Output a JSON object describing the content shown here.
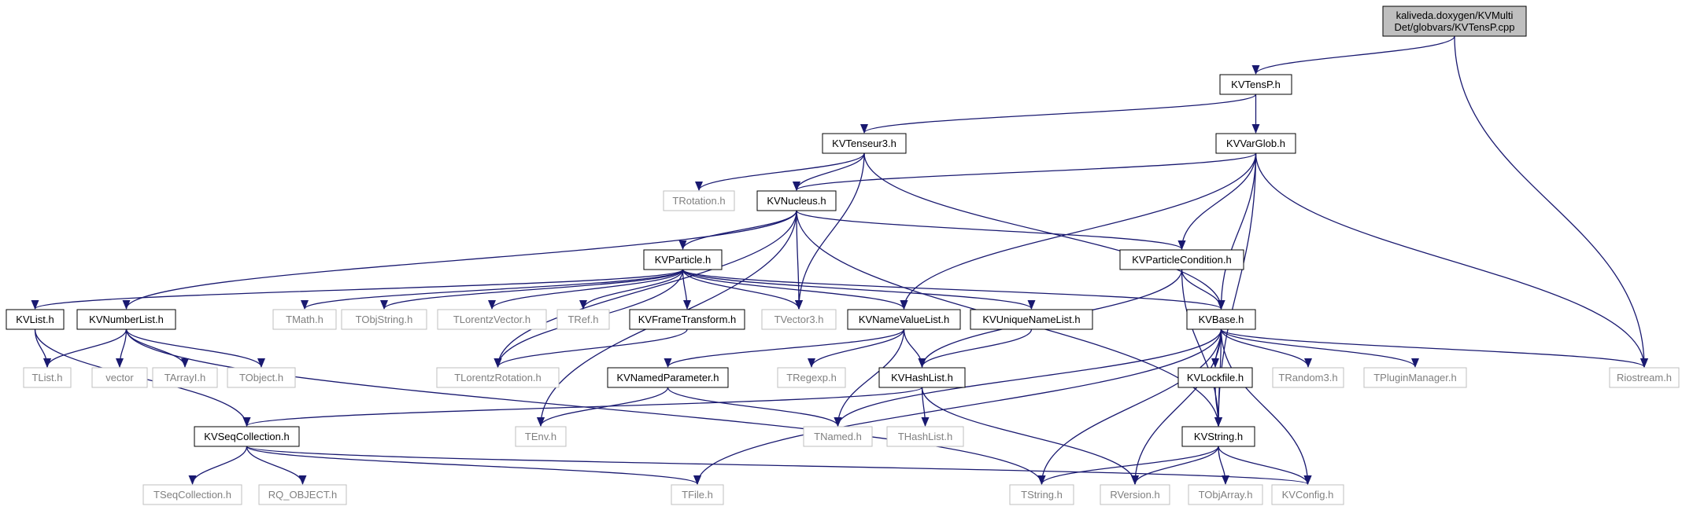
{
  "colors": {
    "edge": "#191970",
    "grey_border": "#bfbfbf",
    "black_border": "#000000",
    "root_fill": "#bfbfbf",
    "node_fill": "#ffffff",
    "grey_text": "#808080",
    "text": "#000000"
  },
  "nodes": [
    {
      "id": "root",
      "lines": [
        "kaliveda.doxygen/KVMulti",
        "Det/globvars/KVTensP.cpp"
      ],
      "style": "root"
    },
    {
      "id": "KVTensP",
      "lines": [
        "KVTensP.h"
      ],
      "style": "solid"
    },
    {
      "id": "KVTenseur3",
      "lines": [
        "KVTenseur3.h"
      ],
      "style": "solid"
    },
    {
      "id": "KVVarGlob",
      "lines": [
        "KVVarGlob.h"
      ],
      "style": "solid"
    },
    {
      "id": "TRotation",
      "lines": [
        "TRotation.h"
      ],
      "style": "grey"
    },
    {
      "id": "KVNucleus",
      "lines": [
        "KVNucleus.h"
      ],
      "style": "solid"
    },
    {
      "id": "KVParticle",
      "lines": [
        "KVParticle.h"
      ],
      "style": "solid"
    },
    {
      "id": "KVParticleCondition",
      "lines": [
        "KVParticleCondition.h"
      ],
      "style": "solid"
    },
    {
      "id": "KVList",
      "lines": [
        "KVList.h"
      ],
      "style": "solid"
    },
    {
      "id": "KVNumberList",
      "lines": [
        "KVNumberList.h"
      ],
      "style": "solid"
    },
    {
      "id": "TMath",
      "lines": [
        "TMath.h"
      ],
      "style": "grey"
    },
    {
      "id": "TObjString",
      "lines": [
        "TObjString.h"
      ],
      "style": "grey"
    },
    {
      "id": "TLorentzVector",
      "lines": [
        "TLorentzVector.h"
      ],
      "style": "grey"
    },
    {
      "id": "TRef",
      "lines": [
        "TRef.h"
      ],
      "style": "grey"
    },
    {
      "id": "KVFrameTransform",
      "lines": [
        "KVFrameTransform.h"
      ],
      "style": "solid"
    },
    {
      "id": "TVector3",
      "lines": [
        "TVector3.h"
      ],
      "style": "grey"
    },
    {
      "id": "KVNameValueList",
      "lines": [
        "KVNameValueList.h"
      ],
      "style": "solid"
    },
    {
      "id": "KVUniqueNameList",
      "lines": [
        "KVUniqueNameList.h"
      ],
      "style": "solid"
    },
    {
      "id": "KVBase",
      "lines": [
        "KVBase.h"
      ],
      "style": "solid"
    },
    {
      "id": "TList",
      "lines": [
        "TList.h"
      ],
      "style": "grey"
    },
    {
      "id": "vector",
      "lines": [
        "vector"
      ],
      "style": "grey"
    },
    {
      "id": "TArrayI",
      "lines": [
        "TArrayI.h"
      ],
      "style": "grey"
    },
    {
      "id": "TObject",
      "lines": [
        "TObject.h"
      ],
      "style": "grey"
    },
    {
      "id": "TLorentzRotation",
      "lines": [
        "TLorentzRotation.h"
      ],
      "style": "grey"
    },
    {
      "id": "KVNamedParameter",
      "lines": [
        "KVNamedParameter.h"
      ],
      "style": "solid"
    },
    {
      "id": "TRegexp",
      "lines": [
        "TRegexp.h"
      ],
      "style": "grey"
    },
    {
      "id": "KVHashList",
      "lines": [
        "KVHashList.h"
      ],
      "style": "solid"
    },
    {
      "id": "KVLockfile",
      "lines": [
        "KVLockfile.h"
      ],
      "style": "solid"
    },
    {
      "id": "TRandom3",
      "lines": [
        "TRandom3.h"
      ],
      "style": "grey"
    },
    {
      "id": "TPluginManager",
      "lines": [
        "TPluginManager.h"
      ],
      "style": "grey"
    },
    {
      "id": "Riostream",
      "lines": [
        "Riostream.h"
      ],
      "style": "grey"
    },
    {
      "id": "KVSeqCollection",
      "lines": [
        "KVSeqCollection.h"
      ],
      "style": "solid"
    },
    {
      "id": "TEnv",
      "lines": [
        "TEnv.h"
      ],
      "style": "grey"
    },
    {
      "id": "TNamed",
      "lines": [
        "TNamed.h"
      ],
      "style": "grey"
    },
    {
      "id": "THashList",
      "lines": [
        "THashList.h"
      ],
      "style": "grey"
    },
    {
      "id": "KVString",
      "lines": [
        "KVString.h"
      ],
      "style": "solid"
    },
    {
      "id": "TSeqCollection",
      "lines": [
        "TSeqCollection.h"
      ],
      "style": "grey"
    },
    {
      "id": "RQ_OBJECT",
      "lines": [
        "RQ_OBJECT.h"
      ],
      "style": "grey"
    },
    {
      "id": "TFile",
      "lines": [
        "TFile.h"
      ],
      "style": "grey"
    },
    {
      "id": "TString",
      "lines": [
        "TString.h"
      ],
      "style": "grey"
    },
    {
      "id": "RVersion",
      "lines": [
        "RVersion.h"
      ],
      "style": "grey"
    },
    {
      "id": "TObjArray",
      "lines": [
        "TObjArray.h"
      ],
      "style": "grey"
    },
    {
      "id": "KVConfig",
      "lines": [
        "KVConfig.h"
      ],
      "style": "grey"
    }
  ],
  "edges": [
    [
      "root",
      "KVTensP"
    ],
    [
      "root",
      "Riostream"
    ],
    [
      "KVTensP",
      "KVTenseur3"
    ],
    [
      "KVTensP",
      "KVVarGlob"
    ],
    [
      "KVTenseur3",
      "TRotation"
    ],
    [
      "KVTenseur3",
      "KVNucleus"
    ],
    [
      "KVTenseur3",
      "TVector3"
    ],
    [
      "KVTenseur3",
      "KVBase"
    ],
    [
      "KVVarGlob",
      "KVNucleus"
    ],
    [
      "KVVarGlob",
      "KVNameValueList"
    ],
    [
      "KVVarGlob",
      "KVParticleCondition"
    ],
    [
      "KVVarGlob",
      "KVBase"
    ],
    [
      "KVVarGlob",
      "Riostream"
    ],
    [
      "KVVarGlob",
      "KVString"
    ],
    [
      "KVNucleus",
      "KVNumberList"
    ],
    [
      "KVNucleus",
      "KVParticle"
    ],
    [
      "KVNucleus",
      "TVector3"
    ],
    [
      "KVNucleus",
      "KVParticleCondition"
    ],
    [
      "KVNucleus",
      "TLorentzRotation"
    ],
    [
      "KVNucleus",
      "TEnv"
    ],
    [
      "KVNucleus",
      "KVString"
    ],
    [
      "KVParticle",
      "KVList"
    ],
    [
      "KVParticle",
      "TMath"
    ],
    [
      "KVParticle",
      "TObjString"
    ],
    [
      "KVParticle",
      "TLorentzVector"
    ],
    [
      "KVParticle",
      "TRef"
    ],
    [
      "KVParticle",
      "KVFrameTransform"
    ],
    [
      "KVParticle",
      "TVector3"
    ],
    [
      "KVParticle",
      "KVNameValueList"
    ],
    [
      "KVParticle",
      "KVUniqueNameList"
    ],
    [
      "KVParticle",
      "KVBase"
    ],
    [
      "KVParticle",
      "TLorentzRotation"
    ],
    [
      "KVParticleCondition",
      "KVBase"
    ],
    [
      "KVParticleCondition",
      "KVHashList"
    ],
    [
      "KVParticleCondition",
      "KVString"
    ],
    [
      "KVList",
      "TList"
    ],
    [
      "KVList",
      "KVSeqCollection"
    ],
    [
      "KVNumberList",
      "TList"
    ],
    [
      "KVNumberList",
      "vector"
    ],
    [
      "KVNumberList",
      "TArrayI"
    ],
    [
      "KVNumberList",
      "TObject"
    ],
    [
      "KVNumberList",
      "TString"
    ],
    [
      "KVFrameTransform",
      "TLorentzRotation"
    ],
    [
      "KVNameValueList",
      "KVNamedParameter"
    ],
    [
      "KVNameValueList",
      "TRegexp"
    ],
    [
      "KVNameValueList",
      "KVHashList"
    ],
    [
      "KVNameValueList",
      "TNamed"
    ],
    [
      "KVUniqueNameList",
      "KVHashList"
    ],
    [
      "KVBase",
      "KVLockfile"
    ],
    [
      "KVBase",
      "TRandom3"
    ],
    [
      "KVBase",
      "TPluginManager"
    ],
    [
      "KVBase",
      "Riostream"
    ],
    [
      "KVBase",
      "TNamed"
    ],
    [
      "KVBase",
      "TFile"
    ],
    [
      "KVBase",
      "TString"
    ],
    [
      "KVBase",
      "RVersion"
    ],
    [
      "KVBase",
      "KVString"
    ],
    [
      "KVBase",
      "KVConfig"
    ],
    [
      "KVNamedParameter",
      "TEnv"
    ],
    [
      "KVNamedParameter",
      "TNamed"
    ],
    [
      "KVHashList",
      "KVSeqCollection"
    ],
    [
      "KVHashList",
      "THashList"
    ],
    [
      "KVHashList",
      "RVersion"
    ],
    [
      "KVLockfile",
      "KVString"
    ],
    [
      "KVSeqCollection",
      "TSeqCollection"
    ],
    [
      "KVSeqCollection",
      "RQ_OBJECT"
    ],
    [
      "KVSeqCollection",
      "TFile"
    ],
    [
      "KVSeqCollection",
      "KVConfig"
    ],
    [
      "KVString",
      "TString"
    ],
    [
      "KVString",
      "RVersion"
    ],
    [
      "KVString",
      "TObjArray"
    ],
    [
      "KVString",
      "KVConfig"
    ]
  ]
}
